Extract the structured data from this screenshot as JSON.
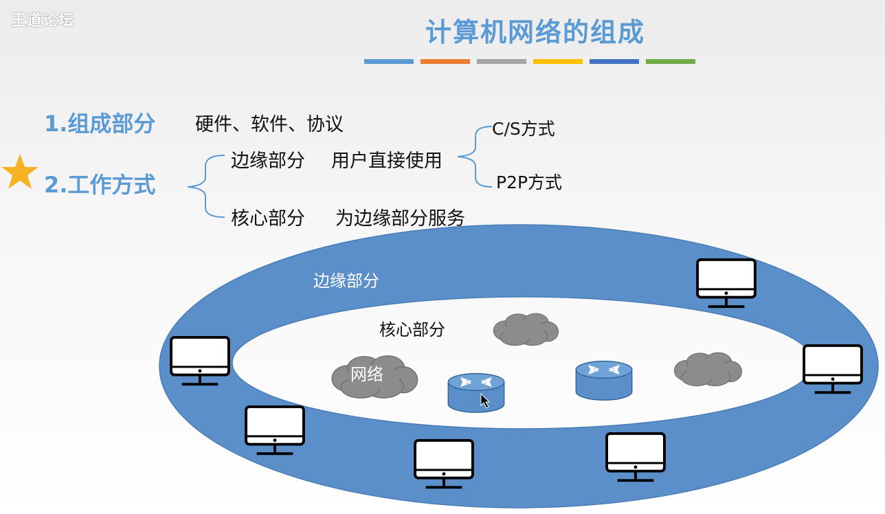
{
  "watermark": "王道论坛",
  "title": "计算机网络的组成",
  "color_bars": [
    "#5b9bd5",
    "#ed7d31",
    "#a5a5a5",
    "#ffc000",
    "#4472c4",
    "#70ad47"
  ],
  "section1": {
    "heading": "1.组成部分",
    "content": "硬件、软件、协议"
  },
  "section2": {
    "heading": "2.工作方式",
    "edge": {
      "label": "边缘部分",
      "desc": "用户直接使用"
    },
    "core": {
      "label": "核心部分",
      "desc": "为边缘部分服务"
    },
    "modes": [
      "C/S方式",
      "P2P方式"
    ]
  },
  "diagram": {
    "edge_label": "边缘部分",
    "core_label": "核心部分",
    "network_label": "网络"
  },
  "colors": {
    "accent": "#5b9bd5",
    "ring": "#5b8fc9",
    "star": "#f5b323",
    "cloud": "#8c8c8c"
  }
}
